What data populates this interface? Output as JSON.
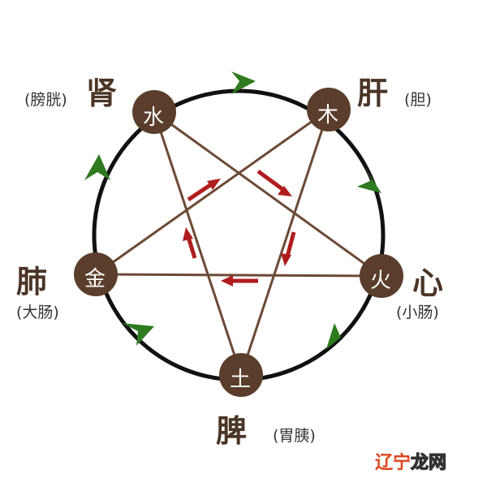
{
  "nodes": {
    "water": {
      "element": "水",
      "organ": "肾",
      "paired": "(膀胱)"
    },
    "wood": {
      "element": "木",
      "organ": "肝",
      "paired": "(胆)"
    },
    "fire": {
      "element": "火",
      "organ": "心",
      "paired": "(小肠)"
    },
    "earth": {
      "element": "土",
      "organ": "脾",
      "paired": "(胃胰)"
    },
    "metal": {
      "element": "金",
      "organ": "肺",
      "paired": "(大肠)"
    }
  },
  "colors": {
    "node": "#5a3e2b",
    "outer_cycle": "#111111",
    "generating_arrow": "#2d7a1f",
    "controlling_arrow": "#b01d1d",
    "star_line": "#6b4a35"
  },
  "watermark": {
    "part1": "辽宁",
    "part2": "龙网"
  }
}
